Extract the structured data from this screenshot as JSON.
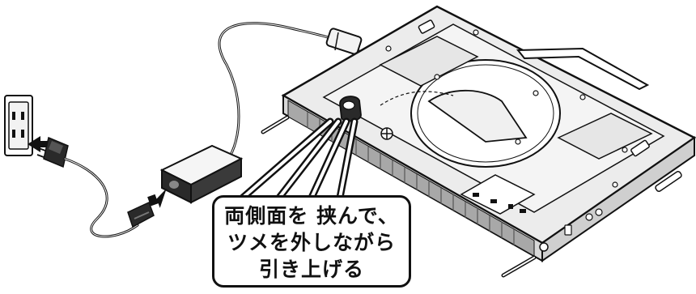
{
  "callout": {
    "lines": [
      "両側面を 挟んで、",
      "ツメを外しながら",
      "引き上げる"
    ]
  },
  "colors": {
    "line": "#111111",
    "device_gray": "#e6e6e6",
    "dark_fill": "#2a2a2a",
    "vent_gray": "#9a9a9a",
    "light_gray": "#f2f2f2"
  }
}
